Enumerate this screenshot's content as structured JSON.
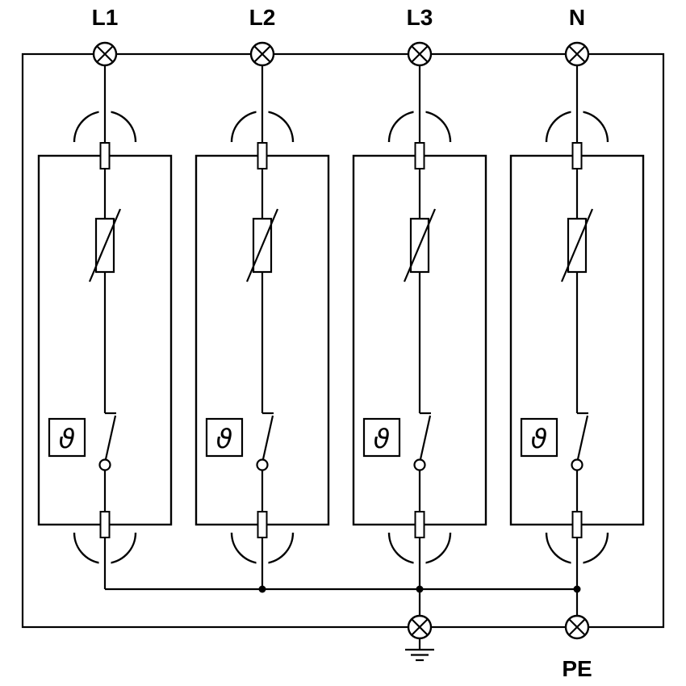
{
  "diagram": {
    "kind": "circuit-diagram",
    "description": "4-pole surge protective device wiring diagram with plug-in varistor modules and thermal disconnect, phases L1 L2 L3 N to PE/earth"
  },
  "channels": [
    {
      "label": "L1"
    },
    {
      "label": "L2"
    },
    {
      "label": "L3"
    },
    {
      "label": "N"
    }
  ],
  "labels": {
    "pe": "PE"
  },
  "symbols": {
    "thermal_glyph": "ϑ",
    "terminal": "screw-terminal-icon",
    "plug_contact": "plug-in-contact-arc-icon",
    "varistor": "varistor-icon",
    "disconnect": "thermal-disconnect-switch-icon",
    "earth": "earth-ground-icon"
  },
  "colors": {
    "line": "#000000",
    "background": "#ffffff"
  }
}
